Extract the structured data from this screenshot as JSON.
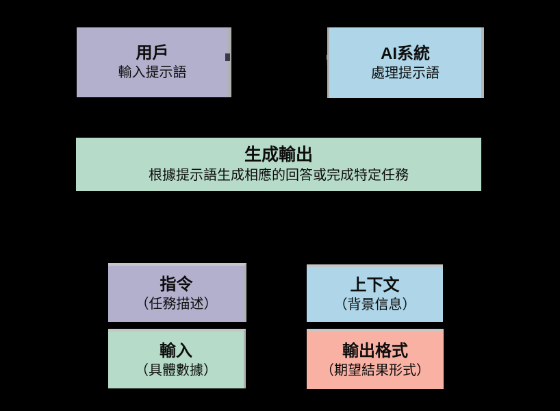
{
  "diagram": {
    "background_color": "#000000",
    "text_color": "#0d0d0d",
    "edge_shadow_color": "#b0b0b0",
    "top_row": {
      "user_box": {
        "title": "用戶",
        "subtitle": "輸入提示語",
        "color": "#b3b0ce"
      },
      "ai_box": {
        "title": "AI系統",
        "subtitle": "處理提示語",
        "color": "#aed6e8"
      }
    },
    "output_box": {
      "title": "生成輸出",
      "subtitle": "根據提示語生成相應的回答或完成特定任務",
      "color": "#b7dbc9"
    },
    "components": [
      {
        "title": "指令",
        "subtitle": "（任務描述）",
        "color": "#b3b0ce"
      },
      {
        "title": "上下文",
        "subtitle": "（背景信息）",
        "color": "#aed6e8"
      },
      {
        "title": "輸入",
        "subtitle": "（具體數據）",
        "color": "#b7dbc9"
      },
      {
        "title": "輸出格式",
        "subtitle": "（期望結果形式）",
        "color": "#f9b1a4"
      }
    ]
  }
}
